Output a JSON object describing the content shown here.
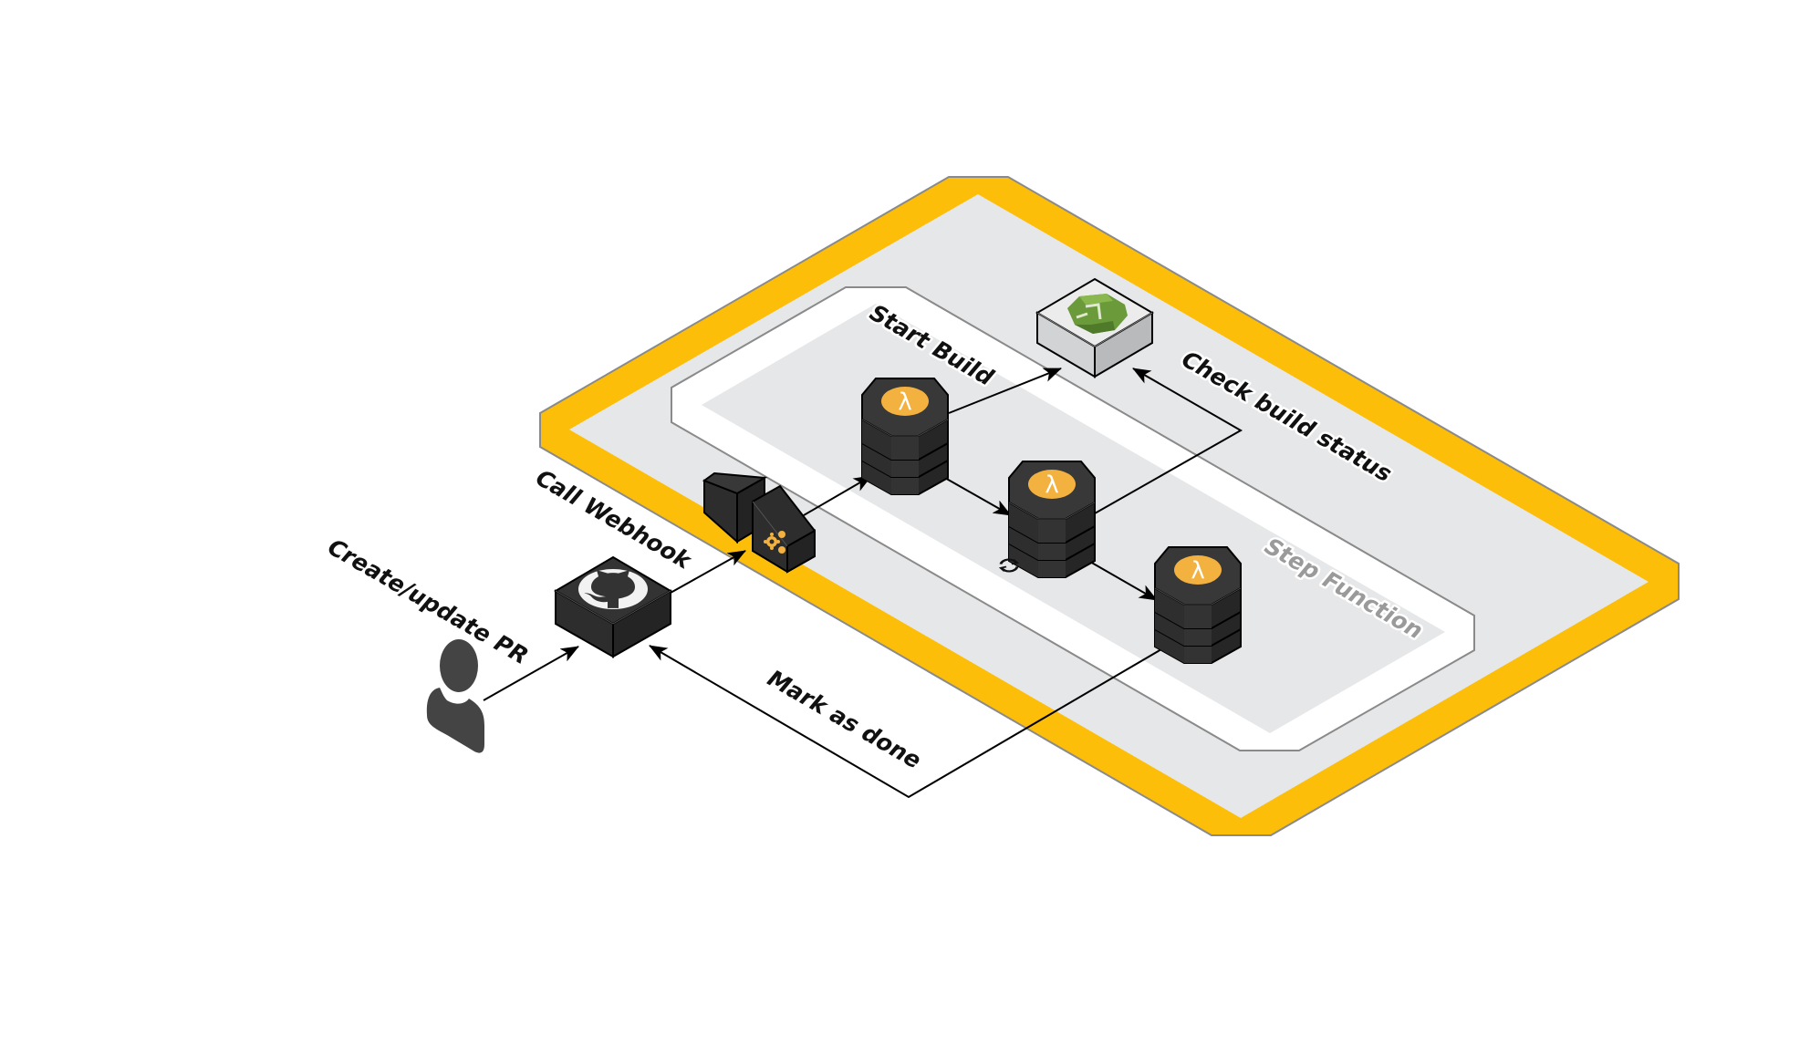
{
  "diagram": {
    "title": "GitHub PR build pipeline with AWS Step Function",
    "colors": {
      "region_border": "#FDBE0A",
      "region_fill": "#E6E7E8",
      "step_function_fill": "#FFFFFF",
      "node_dark": "#333333",
      "lambda_badge": "#F3B13F",
      "codebuild_green": "#6A9A3A",
      "label_dark": "#111111",
      "label_gray": "#9A9A9A"
    },
    "groups": {
      "cloud_region": {
        "label": ""
      },
      "step_function": {
        "label": "Step Function"
      }
    },
    "nodes": {
      "user": {
        "label": "User",
        "icon": "person-icon"
      },
      "github": {
        "label": "GitHub",
        "icon": "github-icon"
      },
      "api_gateway": {
        "label": "API Gateway",
        "icon": "gears-icon"
      },
      "lambda_start": {
        "label": "Lambda",
        "icon": "lambda-icon"
      },
      "lambda_check": {
        "label": "Lambda",
        "icon": "lambda-icon",
        "badge_icon": "refresh-icon"
      },
      "lambda_done": {
        "label": "Lambda",
        "icon": "lambda-icon"
      },
      "codebuild": {
        "label": "CodeBuild",
        "icon": "codebuild-icon"
      }
    },
    "edges": [
      {
        "from": "user",
        "to": "github",
        "label": "Create/update PR"
      },
      {
        "from": "github",
        "to": "api_gateway",
        "label": "Call Webhook"
      },
      {
        "from": "api_gateway",
        "to": "lambda_start",
        "label": ""
      },
      {
        "from": "lambda_start",
        "to": "codebuild",
        "label": "Start Build"
      },
      {
        "from": "lambda_start",
        "to": "lambda_check",
        "label": ""
      },
      {
        "from": "lambda_check",
        "to": "codebuild",
        "label": "Check build status"
      },
      {
        "from": "lambda_check",
        "to": "lambda_done",
        "label": ""
      },
      {
        "from": "lambda_done",
        "to": "github",
        "label": "Mark as done"
      }
    ]
  }
}
